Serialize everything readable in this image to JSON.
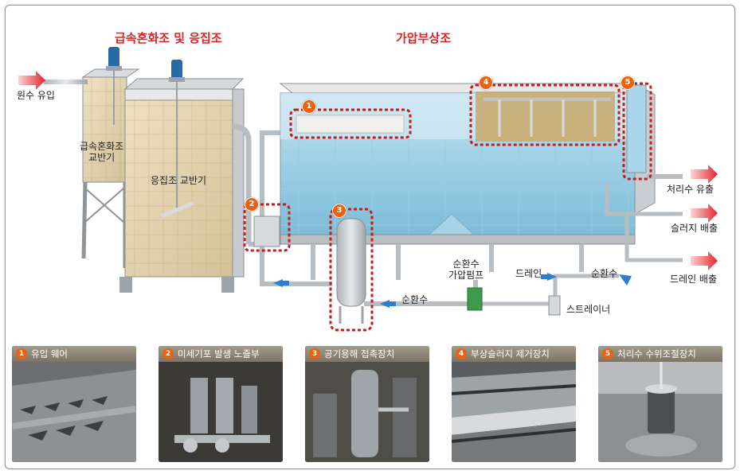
{
  "titles": {
    "left": "급속혼화조 및 응집조",
    "right": "가압부상조"
  },
  "labels": {
    "raw_inflow": "원수 유입",
    "rapid_mix_agitator": "급속혼화조\n교반기",
    "coag_agitator": "응집조 교반기",
    "treated_outflow": "처리수 유출",
    "sludge_discharge": "슬러지 배출",
    "drain_discharge": "드레인 배출",
    "circulating_pump": "순환수\n가압펌프",
    "drain": "드레인",
    "circulating_right": "순환수",
    "circulating_bottom": "순환수",
    "strainer": "스트레이너"
  },
  "callouts": [
    "1",
    "2",
    "3",
    "4",
    "5"
  ],
  "photos": [
    {
      "num": "1",
      "caption": "유입 웨어"
    },
    {
      "num": "2",
      "caption": "미세기포 발생 노즐부"
    },
    {
      "num": "3",
      "caption": "공기용해 접촉장치"
    },
    {
      "num": "4",
      "caption": "부상슬러지 제거장치"
    },
    {
      "num": "5",
      "caption": "처리수 수위조절장치"
    }
  ],
  "colors": {
    "title_red": "#d5282a",
    "callout_orange": "#e8620f",
    "arrow_red": "#e3262a",
    "arrow_blue": "#2f7fd0",
    "water_blue": "#8fc9e3"
  }
}
